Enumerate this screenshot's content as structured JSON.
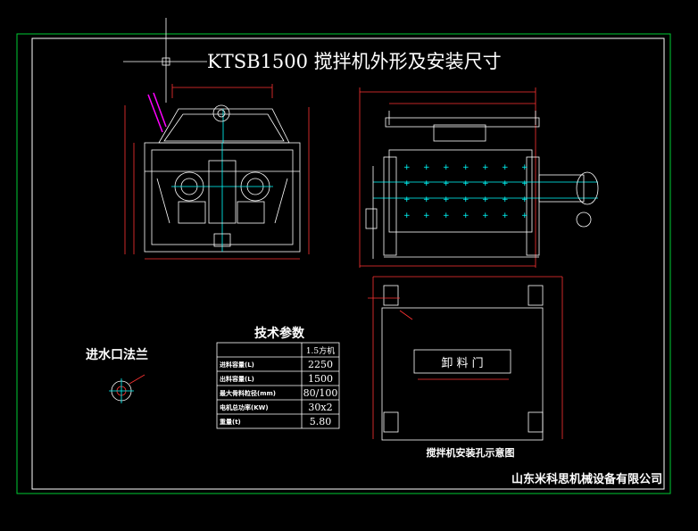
{
  "drawing": {
    "title": "KTSB1500  搅拌机外形及安装尺寸",
    "company": "山东米科思机械设备有限公司",
    "flange_label": "进水口法兰",
    "mount_label": "搅拌机安装孔示意图",
    "discharge_label": "卸 料 门"
  },
  "specs": {
    "heading": "技术参数",
    "header_value": "1.5方机",
    "rows": [
      {
        "label": "进料容量(L)",
        "value": "2250"
      },
      {
        "label": "出料容量(L)",
        "value": "1500"
      },
      {
        "label": "最大骨料粒径(mm)",
        "value": "80/100"
      },
      {
        "label": "电机总功率(KW)",
        "value": "30x2"
      },
      {
        "label": "重量(t)",
        "value": "5.80"
      }
    ]
  },
  "colors": {
    "background": "#000000",
    "frame": "#00cc33",
    "lines": "#ffffff",
    "dimension": "#ff3333",
    "centerline": "#00ffff",
    "accent": "#ff00ff"
  }
}
